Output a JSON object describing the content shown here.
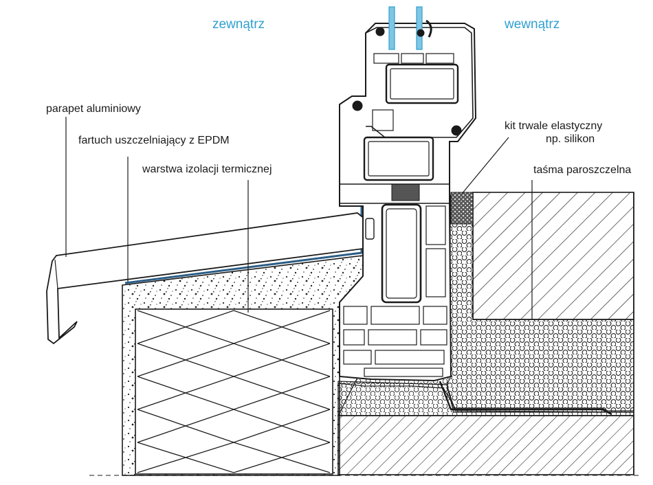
{
  "labels": {
    "outside": "zewnątrz",
    "inside": "wewnątrz",
    "sill": "parapet aluminiowy",
    "apron": "fartuch uszczelniający z EPDM",
    "insulation": "warstwa izolacji termicznej",
    "sealant_line1": "kit trwale elastyczny",
    "sealant_line2": "np. silikon",
    "vapor_tape": "taśma paroszczelna"
  },
  "colors": {
    "side_labels": "#2f9fd0",
    "glass": "#7fc6e3",
    "apron": "#2a5d86",
    "line": "#1a1a1a"
  }
}
